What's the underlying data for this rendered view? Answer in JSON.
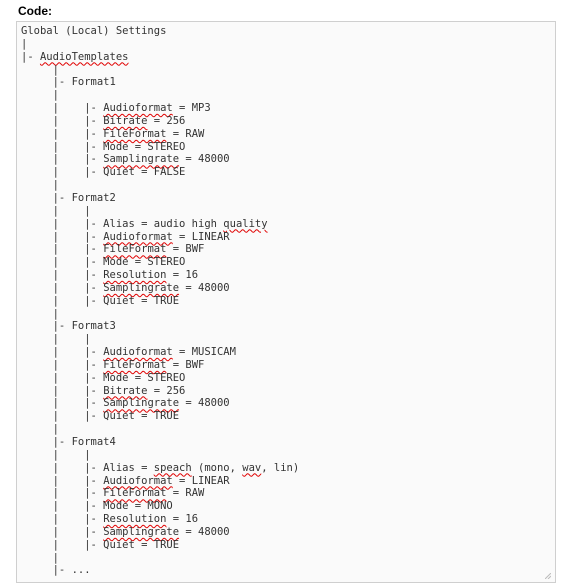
{
  "heading": "Code:",
  "code_lines": [
    [
      {
        "t": "Global (Local) Settings"
      }
    ],
    [
      {
        "t": "|"
      }
    ],
    [
      {
        "t": "|- "
      },
      {
        "t": "AudioTemplates",
        "err": true
      }
    ],
    [
      {
        "t": "     |"
      }
    ],
    [
      {
        "t": "     |- Format1"
      }
    ],
    [
      {
        "t": "     |"
      }
    ],
    [
      {
        "t": "     |    |- "
      },
      {
        "t": "Audioformat",
        "err": true
      },
      {
        "t": " = MP3"
      }
    ],
    [
      {
        "t": "     |    |- "
      },
      {
        "t": "Bitrate",
        "err": true
      },
      {
        "t": " = 256"
      }
    ],
    [
      {
        "t": "     |    |- "
      },
      {
        "t": "FileFormat",
        "err": true
      },
      {
        "t": " = RAW"
      }
    ],
    [
      {
        "t": "     |    |- Mode = STEREO"
      }
    ],
    [
      {
        "t": "     |    |- "
      },
      {
        "t": "Samplingrate",
        "err": true
      },
      {
        "t": " = 48000"
      }
    ],
    [
      {
        "t": "     |    |- Quiet = FALSE"
      }
    ],
    [
      {
        "t": "     |"
      }
    ],
    [
      {
        "t": "     |- Format2"
      }
    ],
    [
      {
        "t": "     |    |"
      }
    ],
    [
      {
        "t": "     |    |- Alias = audio high "
      },
      {
        "t": "quality",
        "err": true
      }
    ],
    [
      {
        "t": "     |    |- "
      },
      {
        "t": "Audioformat",
        "err": true
      },
      {
        "t": " = LINEAR"
      }
    ],
    [
      {
        "t": "     |    |- "
      },
      {
        "t": "FileFormat",
        "err": true
      },
      {
        "t": " = BWF"
      }
    ],
    [
      {
        "t": "     |    |- Mode = STEREO"
      }
    ],
    [
      {
        "t": "     |    |- "
      },
      {
        "t": "Resolution",
        "err": true
      },
      {
        "t": " = 16"
      }
    ],
    [
      {
        "t": "     |    |- "
      },
      {
        "t": "Samplingrate",
        "err": true
      },
      {
        "t": " = 48000"
      }
    ],
    [
      {
        "t": "     |    |- Quiet = TRUE"
      }
    ],
    [
      {
        "t": "     |"
      }
    ],
    [
      {
        "t": "     |- Format3"
      }
    ],
    [
      {
        "t": "     |    |"
      }
    ],
    [
      {
        "t": "     |    |- "
      },
      {
        "t": "Audioformat",
        "err": true
      },
      {
        "t": " = MUSICAM"
      }
    ],
    [
      {
        "t": "     |    |- "
      },
      {
        "t": "FileFormat",
        "err": true
      },
      {
        "t": " = BWF"
      }
    ],
    [
      {
        "t": "     |    |- Mode = STEREO"
      }
    ],
    [
      {
        "t": "     |    |- "
      },
      {
        "t": "Bitrate",
        "err": true
      },
      {
        "t": " = 256"
      }
    ],
    [
      {
        "t": "     |    |- "
      },
      {
        "t": "Samplingrate",
        "err": true
      },
      {
        "t": " = 48000"
      }
    ],
    [
      {
        "t": "     |    |- Quiet = TRUE"
      }
    ],
    [
      {
        "t": "     |"
      }
    ],
    [
      {
        "t": "     |- Format4"
      }
    ],
    [
      {
        "t": "     |    |"
      }
    ],
    [
      {
        "t": "     |    |- Alias = "
      },
      {
        "t": "speach",
        "err": true
      },
      {
        "t": " (mono, "
      },
      {
        "t": "wav",
        "err": true
      },
      {
        "t": ", lin)"
      }
    ],
    [
      {
        "t": "     |    |- "
      },
      {
        "t": "Audioformat",
        "err": true
      },
      {
        "t": " = LINEAR"
      }
    ],
    [
      {
        "t": "     |    |- "
      },
      {
        "t": "FileFormat",
        "err": true
      },
      {
        "t": " = RAW"
      }
    ],
    [
      {
        "t": "     |    |- Mode = MONO"
      }
    ],
    [
      {
        "t": "     |    |- "
      },
      {
        "t": "Resolution",
        "err": true
      },
      {
        "t": " = 16"
      }
    ],
    [
      {
        "t": "     |    |- "
      },
      {
        "t": "Samplingrate",
        "err": true
      },
      {
        "t": " = 48000"
      }
    ],
    [
      {
        "t": "     |    |- Quiet = TRUE"
      }
    ],
    [
      {
        "t": "     |"
      }
    ],
    [
      {
        "t": "     |- ..."
      }
    ]
  ],
  "colors": {
    "code_text": "#333333",
    "spellcheck_underline": "#e00000",
    "box_border": "#cfcfcf",
    "box_background": "#fafafa"
  },
  "icons": {
    "resize_grip": "resize-grip-icon"
  }
}
